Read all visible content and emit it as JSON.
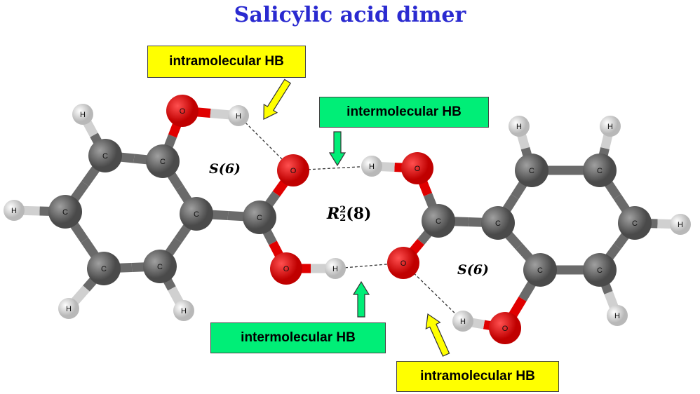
{
  "title": "Salicylic acid dimer",
  "labels": {
    "intra_top": "intramolecular HB",
    "inter_top": "intermolecular HB",
    "inter_bottom": "intermolecular HB",
    "intra_bottom": "intramolecular HB",
    "s6_left": "S(6)",
    "s6_right": "S(6)",
    "ring_motif": "R",
    "ring_sup": "2",
    "ring_sub": "2",
    "ring_size": "(8)"
  },
  "atom_labels": {
    "carbon": "C",
    "oxygen": "O",
    "hydrogen": "H"
  },
  "colors": {
    "carbon": "#707070",
    "oxygen": "#ee0000",
    "hydrogen": "#e8e8e8",
    "yellow": "#ffff00",
    "green": "#00ee77",
    "title": "#2a2ad0"
  }
}
